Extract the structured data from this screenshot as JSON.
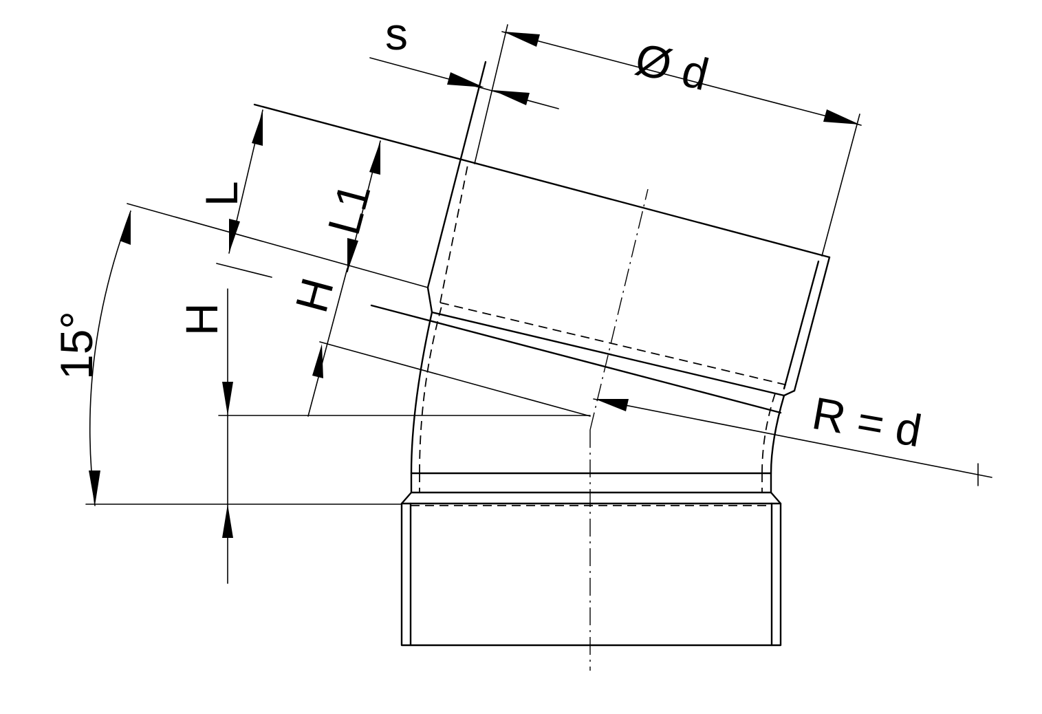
{
  "labels": {
    "thickness": "s",
    "diameter": "Ø d",
    "length": "L",
    "length_1": "L1",
    "height_inclined": "H",
    "height_vertical": "H",
    "angle": "15°",
    "radius": "R = d"
  },
  "colors": {
    "line": "#000000",
    "background": "#ffffff"
  }
}
